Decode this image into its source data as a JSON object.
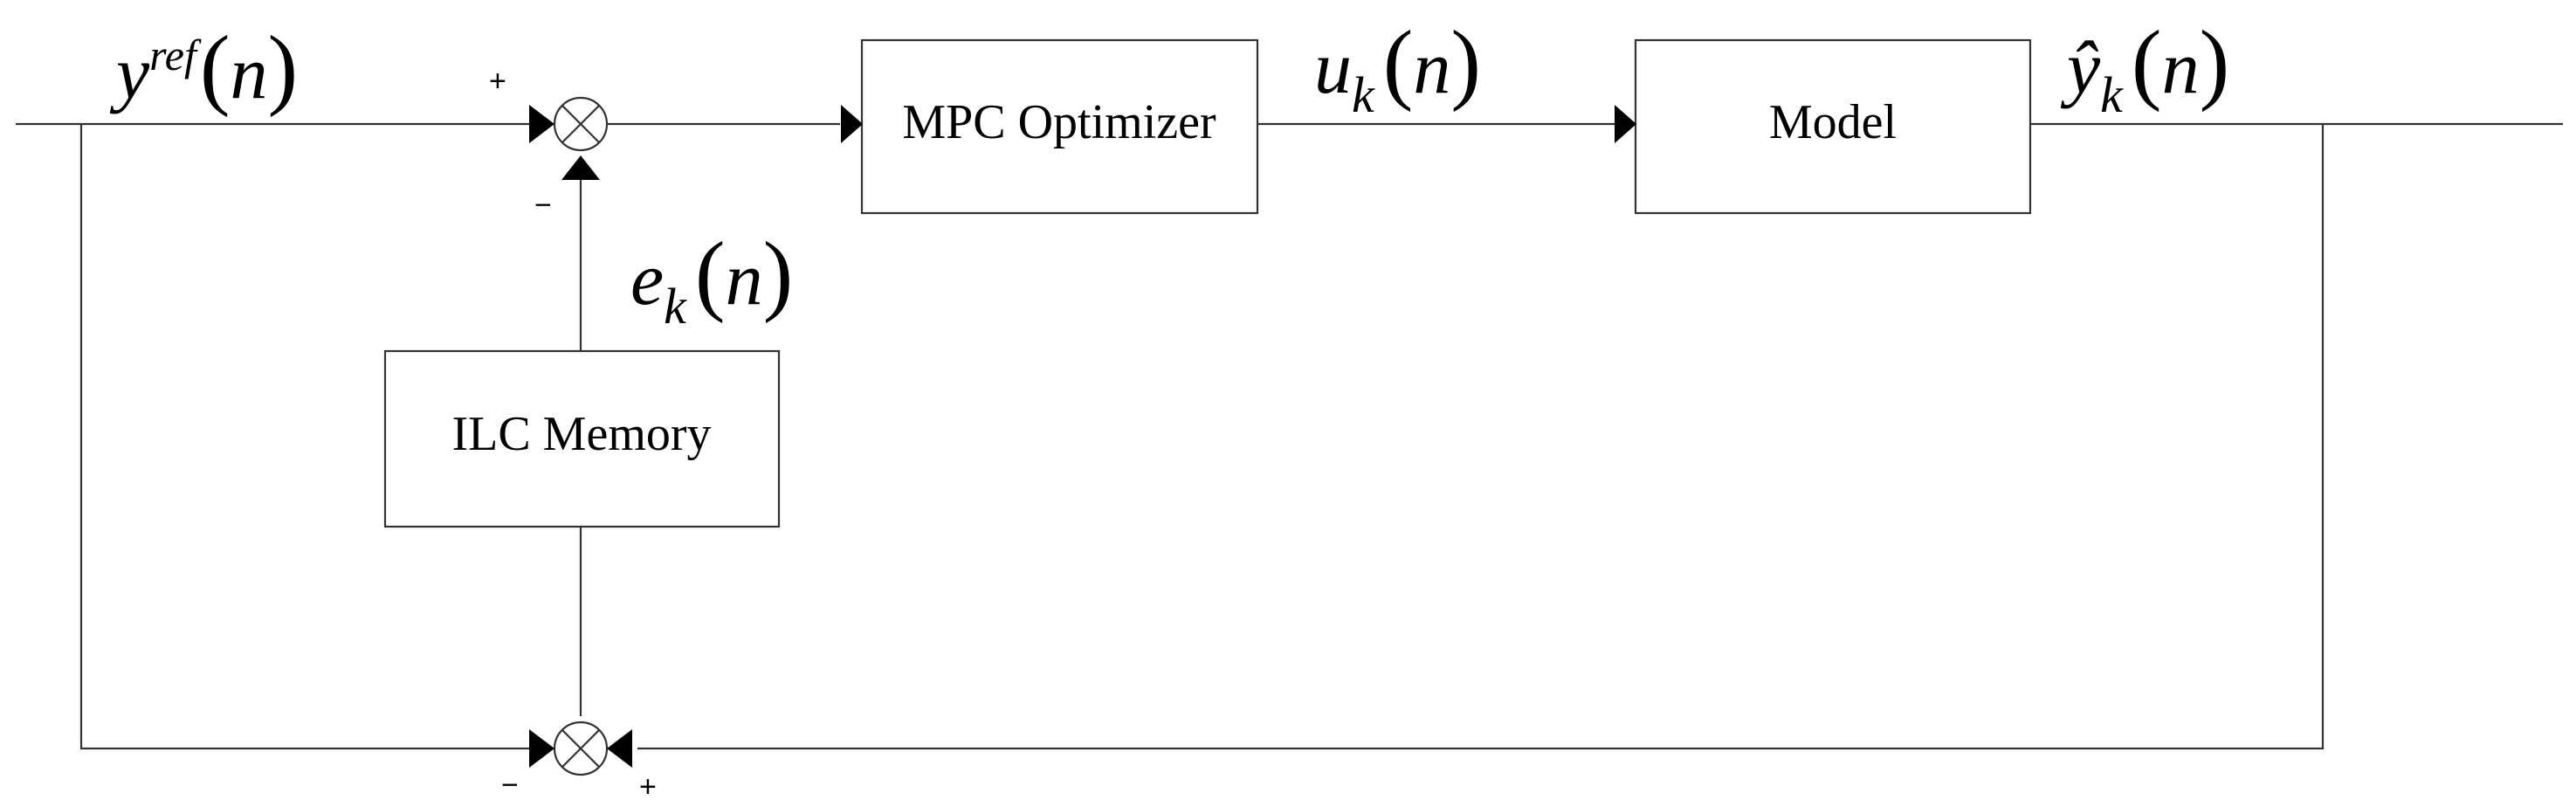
{
  "blocks": {
    "mpc_optimizer": "MPC Optimizer",
    "model": "Model",
    "ilc_memory": "ILC Memory"
  },
  "signals": {
    "reference": {
      "base": "y",
      "sup": "ref",
      "arg": "n"
    },
    "control_input": {
      "base": "u",
      "sub": "k",
      "arg": "n"
    },
    "output_estimate": {
      "base": "ŷ",
      "sub": "k",
      "arg": "n"
    },
    "error": {
      "base": "e",
      "sub": "k",
      "arg": "n"
    }
  },
  "signs": {
    "top_left": "+",
    "top_bottom": "−",
    "bottom_left": "−",
    "bottom_right": "+"
  }
}
